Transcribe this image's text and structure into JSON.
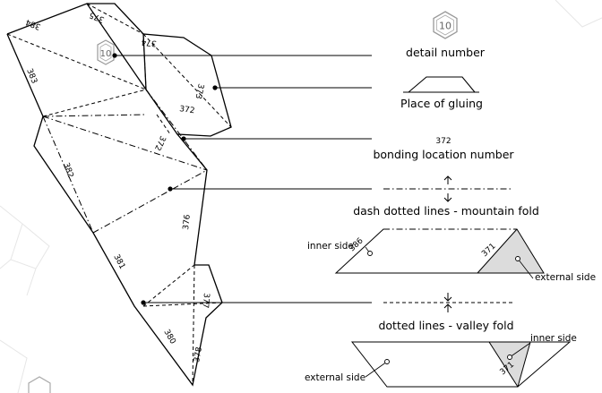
{
  "diagram": {
    "detail_number": "10",
    "edge_labels": {
      "e384": "384",
      "e375": "375",
      "e374": "374",
      "e373": "373",
      "e372": "372",
      "e372b": "372",
      "e383": "383",
      "e382": "382",
      "e376": "376",
      "e381": "381",
      "e377": "377",
      "e380": "380",
      "e378": "378"
    }
  },
  "legend": {
    "detail_icon_number": "10",
    "detail_number_label": "detail number",
    "gluing_label": "Place of gluing",
    "bonding_example_number": "372",
    "bonding_label": "bonding location number",
    "mountain_label": "dash dotted lines - mountain fold",
    "mountain_example": {
      "inner_side": "inner side",
      "num_left": "386",
      "num_right": "371",
      "external_side": "external side"
    },
    "valley_label": "dotted lines - valley fold",
    "valley_example": {
      "inner_side": "inner side",
      "num_right": "371",
      "external_side": "external side"
    }
  }
}
